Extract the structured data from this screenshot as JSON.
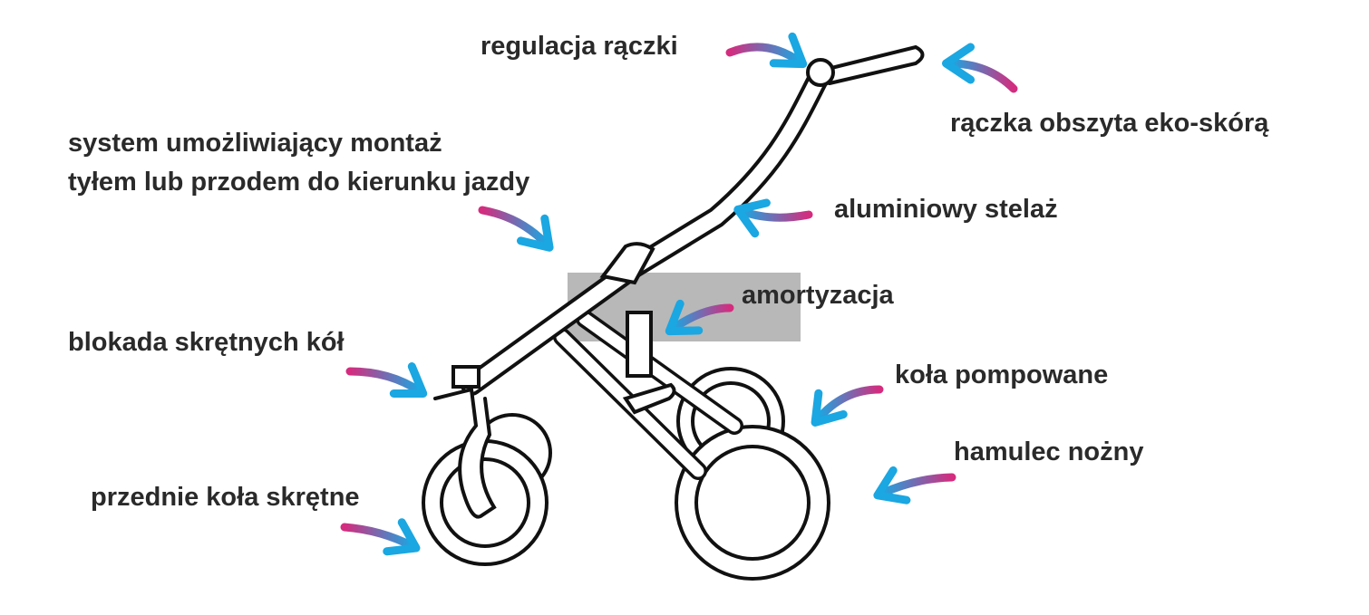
{
  "labels": {
    "handle_adjust": "regulacja rączki",
    "handle_leather": "rączka obszyta eko-skórą",
    "mount_line1": "system umożliwiający montaż",
    "mount_line2": "tyłem lub przodem do kierunku jazdy",
    "frame": "aluminiowy stelaż",
    "suspension": "amortyzacja",
    "swivel_lock": "blokada skrętnych kół",
    "air_wheels": "koła pompowane",
    "foot_brake": "hamulec nożny",
    "front_swivel": "przednie koła skrętne"
  },
  "colors": {
    "arrow_start": "#d42c7e",
    "arrow_end": "#1aa7e2",
    "text": "#2a2a2a"
  }
}
